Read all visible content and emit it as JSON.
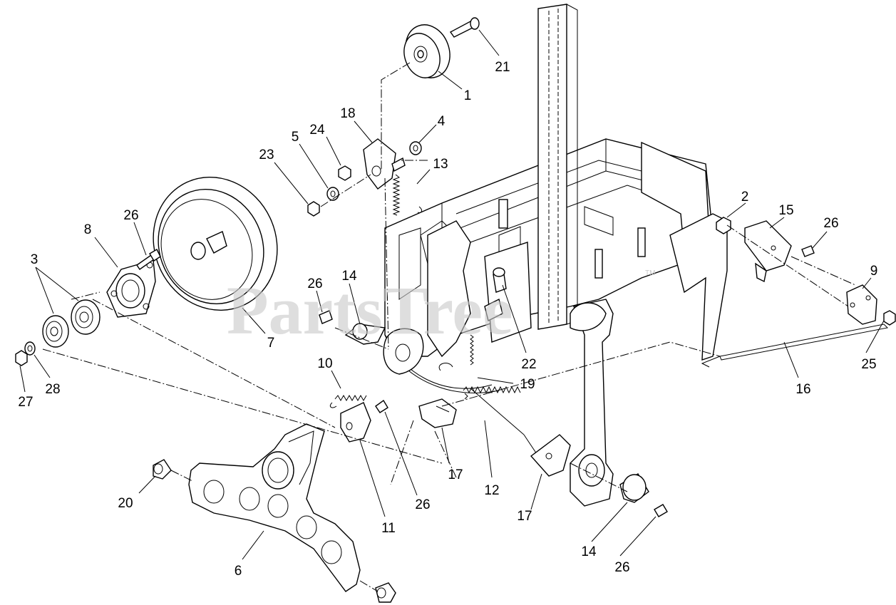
{
  "watermark": {
    "text": "PartsTree",
    "tm": "TM"
  },
  "callouts": [
    {
      "id": "c21",
      "text": "21"
    },
    {
      "id": "c1",
      "text": "1"
    },
    {
      "id": "c18",
      "text": "18"
    },
    {
      "id": "c4",
      "text": "4"
    },
    {
      "id": "c24",
      "text": "24"
    },
    {
      "id": "c5",
      "text": "5"
    },
    {
      "id": "c13",
      "text": "13"
    },
    {
      "id": "c23",
      "text": "23"
    },
    {
      "id": "c2",
      "text": "2"
    },
    {
      "id": "c15",
      "text": "15"
    },
    {
      "id": "c26a",
      "text": "26"
    },
    {
      "id": "c8",
      "text": "8"
    },
    {
      "id": "c26b",
      "text": "26"
    },
    {
      "id": "c3",
      "text": "3"
    },
    {
      "id": "c26c",
      "text": "26"
    },
    {
      "id": "c14a",
      "text": "14"
    },
    {
      "id": "c9",
      "text": "9"
    },
    {
      "id": "c7",
      "text": "7"
    },
    {
      "id": "c22",
      "text": "22"
    },
    {
      "id": "c25",
      "text": "25"
    },
    {
      "id": "c27",
      "text": "27"
    },
    {
      "id": "c28",
      "text": "28"
    },
    {
      "id": "c10",
      "text": "10"
    },
    {
      "id": "c19",
      "text": "19"
    },
    {
      "id": "c16",
      "text": "16"
    },
    {
      "id": "c17a",
      "text": "17"
    },
    {
      "id": "c12",
      "text": "12"
    },
    {
      "id": "c20",
      "text": "20"
    },
    {
      "id": "c26d",
      "text": "26"
    },
    {
      "id": "c11",
      "text": "11"
    },
    {
      "id": "c17b",
      "text": "17"
    },
    {
      "id": "c6",
      "text": "6"
    },
    {
      "id": "c14b",
      "text": "14"
    },
    {
      "id": "c26e",
      "text": "26"
    }
  ]
}
